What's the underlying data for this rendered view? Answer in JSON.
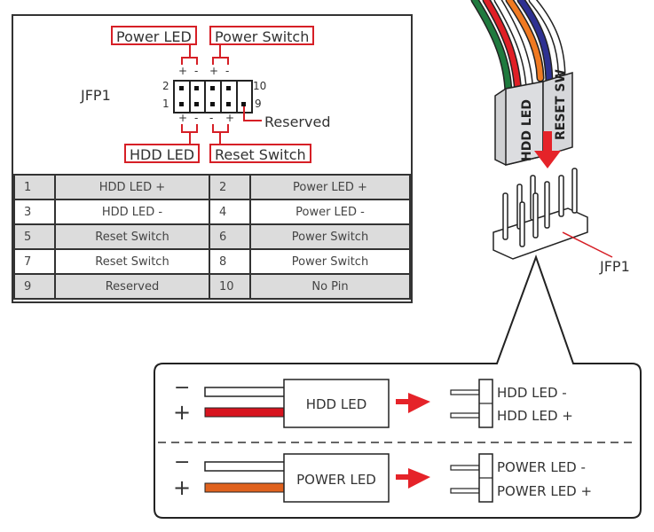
{
  "header_diagram": {
    "connector_name": "JFP1",
    "top_labels": [
      "Power LED",
      "Power Switch"
    ],
    "bottom_labels": [
      "HDD LED",
      "Reset Switch"
    ],
    "reserved_label": "Reserved",
    "pin_numbers": {
      "top_left": "2",
      "bottom_left": "1",
      "top_right": "10",
      "bottom_right": "9"
    },
    "top_polarity": [
      "+",
      "-",
      "+",
      "-"
    ],
    "bottom_polarity": [
      "+",
      "-",
      "-",
      "+"
    ]
  },
  "pin_table": {
    "rows": [
      {
        "pin_a": "1",
        "label_a": "HDD LED +",
        "pin_b": "2",
        "label_b": "Power LED +"
      },
      {
        "pin_a": "3",
        "label_a": "HDD LED -",
        "pin_b": "4",
        "label_b": "Power LED -"
      },
      {
        "pin_a": "5",
        "label_a": "Reset Switch",
        "pin_b": "6",
        "label_b": "Power Switch"
      },
      {
        "pin_a": "7",
        "label_a": "Reset Switch",
        "pin_b": "8",
        "label_b": "Power Switch"
      },
      {
        "pin_a": "9",
        "label_a": "Reserved",
        "pin_b": "10",
        "label_b": "No Pin"
      }
    ]
  },
  "connector_illustration": {
    "plug_labels": [
      "HDD LED",
      "RESET SW"
    ],
    "header_label": "JFP1",
    "wire_colors": [
      "#1f7a3e",
      "#e01f26",
      "#ffffff",
      "#f07a22",
      "#2e3192",
      "#ffffff"
    ]
  },
  "callout": {
    "sections": [
      {
        "minus": "−",
        "plus": "+",
        "plug_label": "HDD LED",
        "pin_minus": "HDD LED -",
        "pin_plus": "HDD LED +",
        "plus_wire_color": "#d7141f"
      },
      {
        "minus": "−",
        "plus": "+",
        "plug_label": "POWER LED",
        "pin_minus": "POWER LED -",
        "pin_plus": "POWER LED +",
        "plus_wire_color": "#e0621e"
      }
    ]
  },
  "colors": {
    "accent_red": "#d61f26",
    "arrow_red": "#e52329",
    "row_gray": "#dcdcdc"
  }
}
